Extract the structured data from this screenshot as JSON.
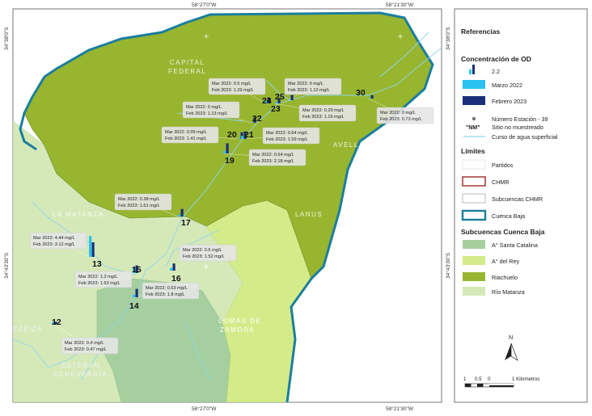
{
  "coords": {
    "top": [
      "58°27'0\"W",
      "58°21'30\"W"
    ],
    "bottom": [
      "58°27'0\"W",
      "58°21'30\"W"
    ],
    "left": [
      "34°38'0\"S",
      "34°43'30\"S"
    ],
    "right": [
      "34°38'0\"S",
      "34°43'30\"S"
    ]
  },
  "places": [
    {
      "id": "capital1",
      "text": "CAPITAL"
    },
    {
      "id": "capital2",
      "text": "FEDERAL"
    },
    {
      "id": "avellaneda",
      "text": "AVELLANEDA"
    },
    {
      "id": "lanus",
      "text": "LANUS"
    },
    {
      "id": "matanza",
      "text": "LA MATANZA"
    },
    {
      "id": "lomas1",
      "text": "LOMAS DE"
    },
    {
      "id": "lomas2",
      "text": "ZAMORA"
    },
    {
      "id": "esteban1",
      "text": "ESTEBAN"
    },
    {
      "id": "esteban2",
      "text": "ECHEVERRÍA"
    },
    {
      "id": "ezeiza",
      "text": "EZEIZA"
    }
  ],
  "stations": [
    {
      "id": "12",
      "mar": 0.4,
      "feb": 0.47,
      "label1": "Mar 2022: 0.4 mg/L",
      "label2": "Feb 2023: 0.47 mg/L"
    },
    {
      "id": "13",
      "mar": 4.44,
      "feb": 3.12,
      "label1": "Mar 2022: 4.44 mg/L",
      "label2": "Feb 2023: 3.12 mg/L"
    },
    {
      "id": "14",
      "mar": 0.53,
      "feb": 1.8,
      "label1": "Mar 2022: 0.53 mg/L",
      "label2": "Feb 2023: 1.8 mg/L"
    },
    {
      "id": "15",
      "mar": 1.3,
      "feb": 1.63,
      "label1": "Mar 2022: 1.3 mg/L",
      "label2": "Feb 2023: 1.63 mg/L"
    },
    {
      "id": "16",
      "mar": 0.6,
      "feb": 1.52,
      "label1": "Mar 2022: 0.6 mg/L",
      "label2": "Feb 2023: 1.52 mg/L"
    },
    {
      "id": "17",
      "mar": 0.38,
      "feb": 1.61,
      "label1": "Mar 2022: 0.38 mg/L",
      "label2": "Feb 2023: 1.61 mg/L"
    },
    {
      "id": "19",
      "mar": 0.54,
      "feb": 2.18,
      "label1": "Mar 2022: 0.54 mg/L",
      "label2": "Feb 2023: 2.18 mg/L"
    },
    {
      "id": "20",
      "mar": 0.09,
      "feb": 1.41,
      "label1": "Mar 2022: 0.09 mg/L",
      "label2": "Feb 2023: 1.41 mg/L"
    },
    {
      "id": "21",
      "mar": 0.64,
      "feb": 1.59,
      "label1": "Mar 2022: 0.64 mg/L",
      "label2": "Feb 2023: 1.59 mg/L"
    },
    {
      "id": "22",
      "mar": 0,
      "feb": 1.13,
      "label1": "Mar 2022: 0 mg/L",
      "label2": "Feb 2023: 1.13 mg/L"
    },
    {
      "id": "23",
      "mar": 0.29,
      "feb": 1.16,
      "label1": "Mar 2022: 0.29 mg/L",
      "label2": "Feb 2023: 1.16 mg/L"
    },
    {
      "id": "24",
      "mar": 0.5,
      "feb": 1.29,
      "label1": "Mar 2022: 0.5 mg/L",
      "label2": "Feb 2023: 1.29 mg/L"
    },
    {
      "id": "25",
      "mar": 0,
      "feb": 1.12,
      "label1": "Mar 2022: 0 mg/L",
      "label2": "Feb 2023: 1.12 mg/L"
    },
    {
      "id": "30",
      "mar": 0,
      "feb": 0.73,
      "label1": "Mar 2022: 0 mg/L",
      "label2": "Feb 2023: 0.73 mg/L"
    }
  ],
  "legend": {
    "title": "Referencias",
    "od_title": "Concentración de OD",
    "od_value": "2.2",
    "mar_label": "Marzo 2022",
    "feb_label": "Febrero 2023",
    "station_line1": "Número Estación - 39",
    "nm_symbol": "\"NM\"",
    "station_line2": "Sitio no muestreado",
    "water_label": "Curso de agua superficial",
    "limits_title": "Límites",
    "partidos": "Partidos",
    "chmr": "CHMR",
    "sub_chmr": "Subcuencas CHMR",
    "cuenca_baja": "Cuenca Baja",
    "subcuencas_title": "Subcuencas Cuenca Baja",
    "santa_catalina": "A° Santa Catalina",
    "del_rey": "A° del Rey",
    "riachuelo": "Riachuelo",
    "matanza": "Río Matanza"
  },
  "north_label": "N",
  "scale": {
    "ticks": [
      "1",
      "0.5",
      "0",
      "1 Kilometros"
    ]
  },
  "colors": {
    "mar": "#29c2f0",
    "feb": "#1a2f7a",
    "riachuelo": "#98b530",
    "del_rey": "#d4eb8a",
    "santa_catalina": "#a6cf9f",
    "matanza": "#d5e9b8",
    "boundary": "#1b7e9c"
  }
}
